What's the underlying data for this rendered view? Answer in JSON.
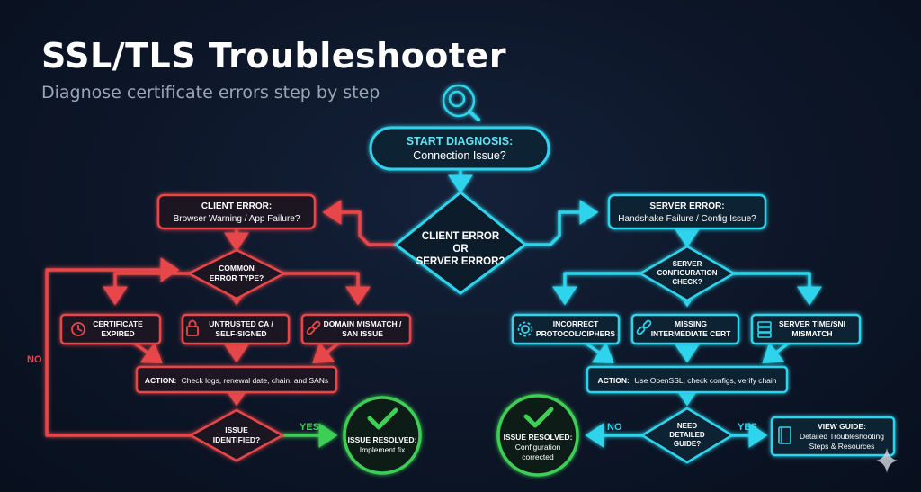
{
  "title": "SSL/TLS Troubleshooter",
  "subtitle": "Diagnose certificate errors step by step",
  "colors": {
    "client": "#e8474a",
    "server": "#2fd4ec",
    "resolved": "#3ecf55",
    "background": "#0c1526"
  },
  "start": {
    "line1": "START DIAGNOSIS:",
    "line2": "Connection Issue?"
  },
  "main_decision": {
    "line1": "CLIENT ERROR",
    "line2": "OR",
    "line3": "SERVER ERROR?"
  },
  "client": {
    "header": {
      "line1": "CLIENT ERROR:",
      "line2": "Browser Warning / App Failure?"
    },
    "decision": {
      "line1": "COMMON",
      "line2": "ERROR TYPE?"
    },
    "options": [
      {
        "line1": "CERTIFICATE",
        "line2": "EXPIRED",
        "icon": "clock-icon"
      },
      {
        "line1": "UNTRUSTED CA /",
        "line2": "SELF-SIGNED",
        "icon": "lock-icon"
      },
      {
        "line1": "DOMAIN MISMATCH /",
        "line2": "SAN ISSUE",
        "icon": "link-icon"
      }
    ],
    "action": {
      "label": "ACTION:",
      "text": "Check logs, renewal date, chain, and SANs"
    },
    "check": {
      "line1": "ISSUE",
      "line2": "IDENTIFIED?"
    },
    "no_label": "NO",
    "yes_label": "YES",
    "resolved": {
      "line1": "ISSUE RESOLVED:",
      "line2": "Implement fix"
    }
  },
  "server": {
    "header": {
      "line1": "SERVER ERROR:",
      "line2": "Handshake Failure / Config Issue?"
    },
    "decision": {
      "line1": "SERVER",
      "line2": "CONFIGURATION",
      "line3": "CHECK?"
    },
    "options": [
      {
        "line1": "INCORRECT",
        "line2": "PROTOCOL/CIPHERS",
        "icon": "gear-icon"
      },
      {
        "line1": "MISSING",
        "line2": "INTERMEDIATE CERT",
        "icon": "broken-link-icon"
      },
      {
        "line1": "SERVER TIME/SNI",
        "line2": "MISMATCH",
        "icon": "server-icon"
      }
    ],
    "action": {
      "label": "ACTION:",
      "text": "Use OpenSSL, check configs, verify chain"
    },
    "check": {
      "line1": "NEED",
      "line2": "DETAILED",
      "line3": "GUIDE?"
    },
    "no_label": "NO",
    "yes_label": "YES",
    "resolved": {
      "line1": "ISSUE RESOLVED:",
      "line2": "Configuration",
      "line3": "corrected"
    },
    "guide": {
      "line1": "VIEW GUIDE:",
      "line2": "Detailed Troubleshooting",
      "line3": "Steps & Resources",
      "icon": "book-icon"
    }
  }
}
